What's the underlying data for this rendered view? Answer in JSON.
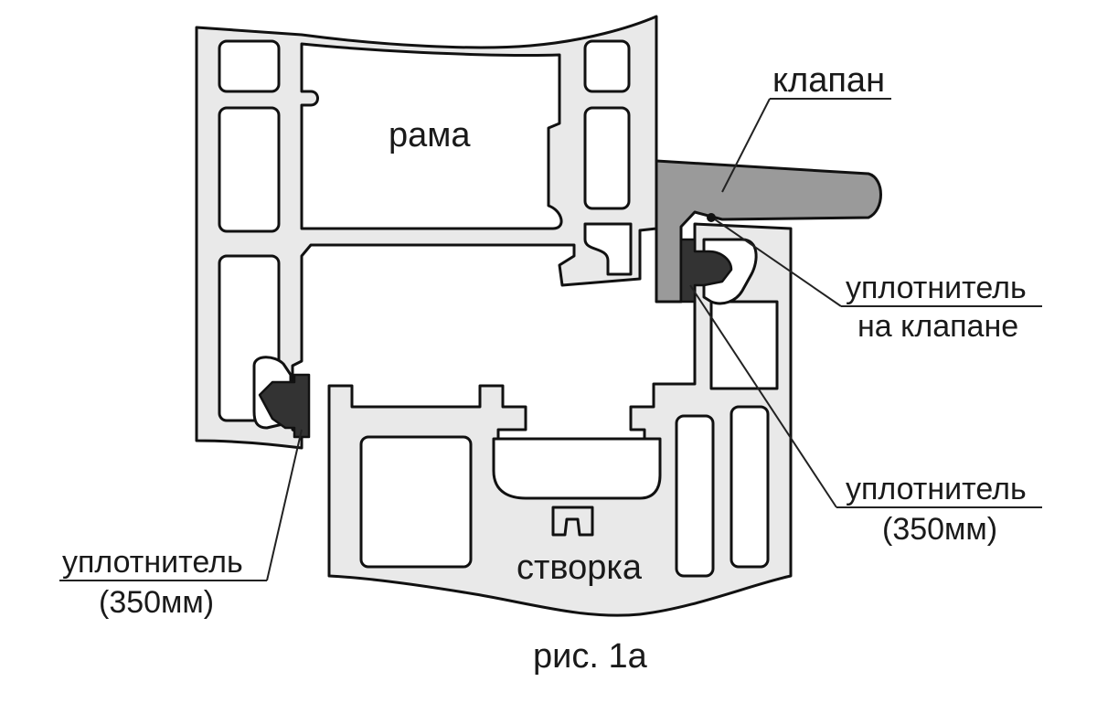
{
  "labels": {
    "frame": "рама",
    "sash": "створка",
    "valve": "клапан",
    "seal_valve_line1": "уплотнитель",
    "seal_valve_line2": "на клапане",
    "seal_right_line1": "уплотнитель",
    "seal_right_line2": "(350мм)",
    "seal_left_line1": "уплотнитель",
    "seal_left_line2": "(350мм)",
    "caption": "рис. 1а"
  },
  "colors": {
    "profile_fill": "#e9e9e9",
    "valve_fill": "#9a9a9a",
    "seal_fill": "#333333",
    "outline": "#111111"
  }
}
